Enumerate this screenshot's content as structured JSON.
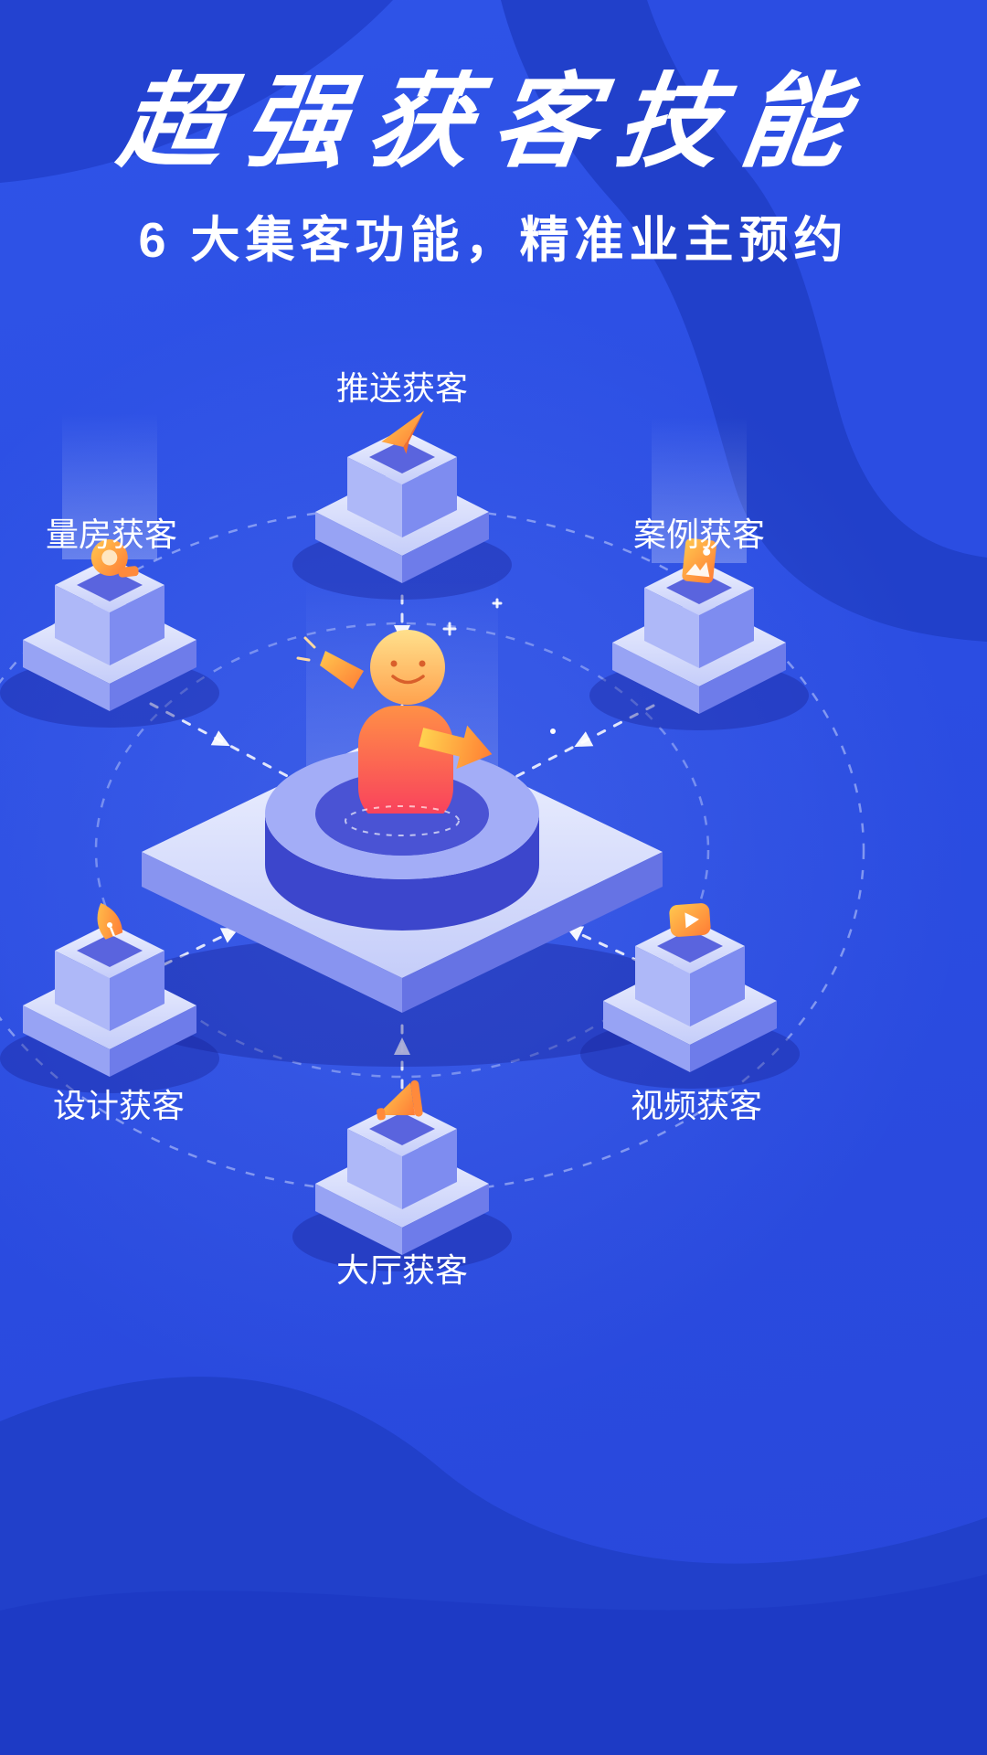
{
  "page": {
    "title": "超强获客技能",
    "subtitle": "6 大集客功能，精准业主预约"
  },
  "diagram": {
    "center": {
      "figure": "announcer-character",
      "podium": "round-stage-on-isometric-platform"
    },
    "nodes": [
      {
        "id": "push",
        "label": "推送获客",
        "icon": "paper-plane-icon",
        "position": "top"
      },
      {
        "id": "measure",
        "label": "量房获客",
        "icon": "tape-measure-icon",
        "position": "upper-left"
      },
      {
        "id": "case",
        "label": "案例获客",
        "icon": "photo-case-icon",
        "position": "upper-right"
      },
      {
        "id": "design",
        "label": "设计获客",
        "icon": "design-pen-icon",
        "position": "lower-left"
      },
      {
        "id": "video",
        "label": "视频获客",
        "icon": "video-play-icon",
        "position": "lower-right"
      },
      {
        "id": "hall",
        "label": "大厅获客",
        "icon": "megaphone-icon",
        "position": "bottom"
      }
    ],
    "colors": {
      "background": "#2b4de2",
      "background_dark": "#2140ca",
      "pedestal_top": "#dde3fc",
      "pedestal_left": "#9aa6f4",
      "pedestal_right": "#7482ee",
      "accent_orange": "#ff9a3d",
      "accent_red": "#f8395f",
      "text": "#ffffff"
    }
  }
}
